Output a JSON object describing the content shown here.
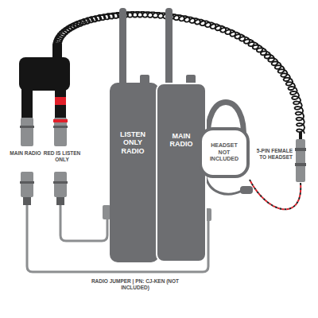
{
  "diagram": {
    "nodes": [
      {
        "text": [
          "LISTEN ONLY RADIO"
        ]
      },
      {
        "text": [
          "MAIN RADIO"
        ]
      },
      {
        "text": [
          "HEADSET NOT INCLUDED"
        ]
      }
    ],
    "labels": [
      "MAIN RADIO",
      "RED IS LISTEN ONLY",
      "5-PIN FEMALE TO HEADSET",
      "RADIO JUMPER | PN: CJ-KEN (NOT INCLUDED)"
    ]
  }
}
